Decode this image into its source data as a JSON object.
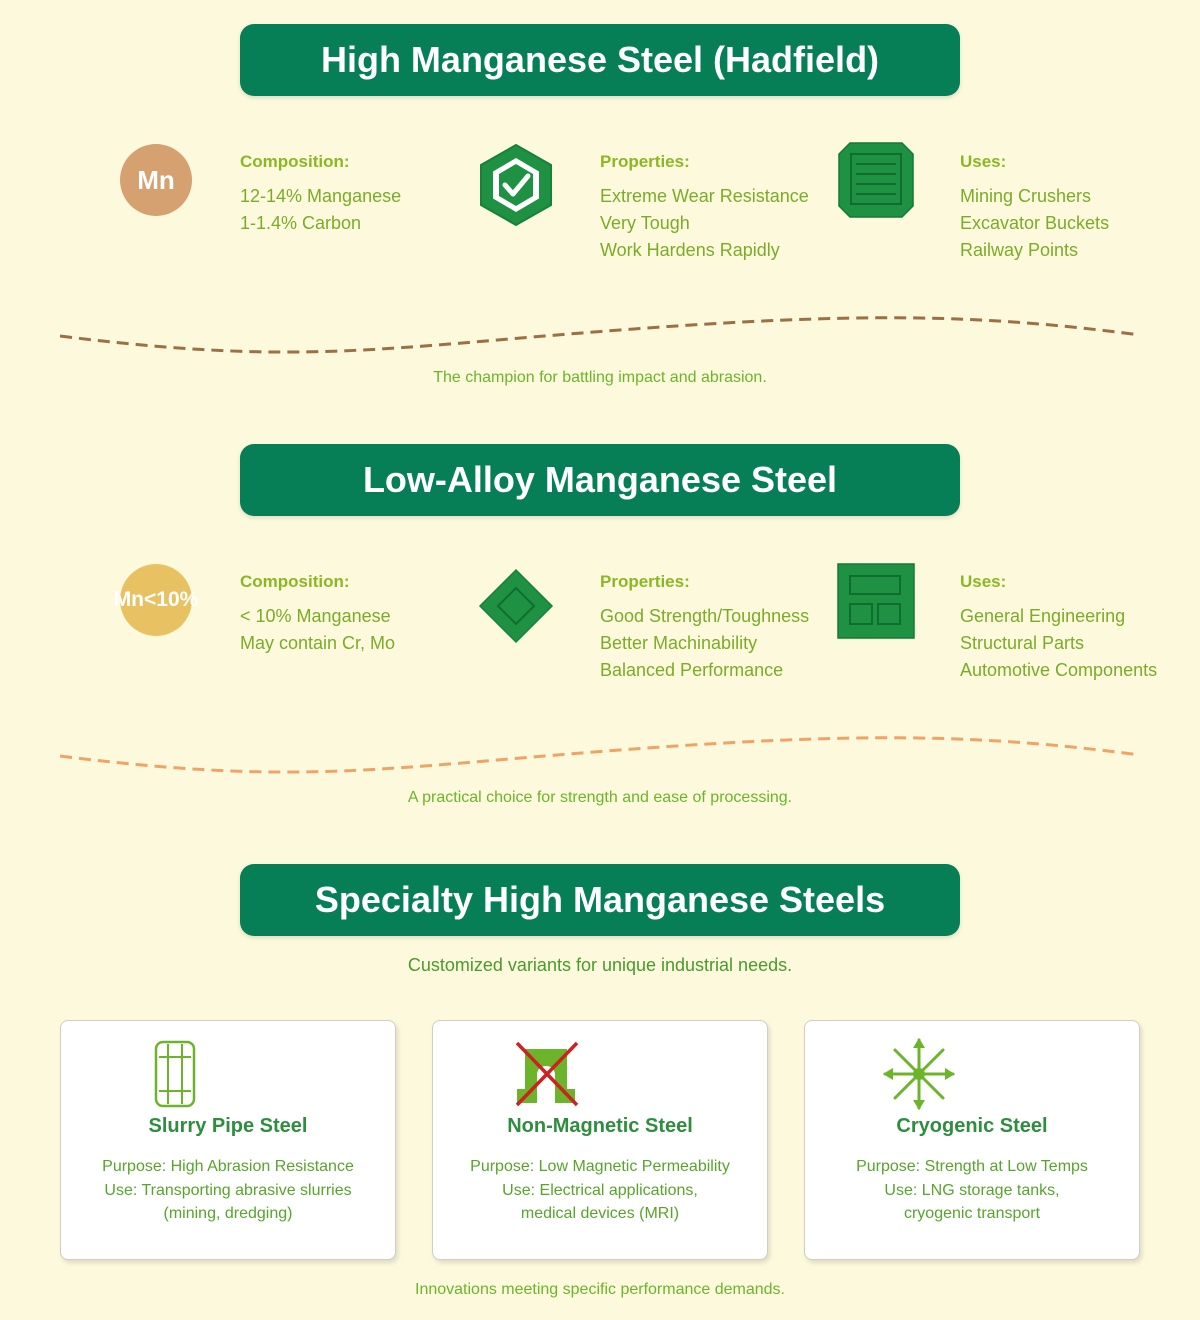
{
  "sections": [
    {
      "title": "High Manganese Steel (Hadfield)",
      "badge": "Mn",
      "composition": {
        "heading": "Composition:",
        "lines": [
          "12-14% Manganese",
          "1-1.4% Carbon"
        ]
      },
      "properties": {
        "heading": "Properties:",
        "lines": [
          "Extreme Wear Resistance",
          "Very Tough",
          "Work Hardens Rapidly"
        ]
      },
      "uses": {
        "heading": "Uses:",
        "lines": [
          "Mining Crushers",
          "Excavator Buckets",
          "Railway Points"
        ]
      },
      "caption": "The champion for battling impact and abrasion.",
      "icons": {
        "badge": "mn-element-icon",
        "properties": "hexagon-check-icon",
        "uses": "lined-document-icon"
      }
    },
    {
      "title": "Low-Alloy Manganese Steel",
      "badge": "Mn<10%",
      "composition": {
        "heading": "Composition:",
        "lines": [
          "< 10% Manganese",
          "May contain Cr, Mo"
        ]
      },
      "properties": {
        "heading": "Properties:",
        "lines": [
          "Good Strength/Toughness",
          "Better Machinability",
          "Balanced Performance"
        ]
      },
      "uses": {
        "heading": "Uses:",
        "lines": [
          "General Engineering",
          "Structural Parts",
          "Automotive Components"
        ]
      },
      "caption": "A practical choice for strength and ease of processing.",
      "icons": {
        "badge": "mn-percentage-icon",
        "properties": "diamond-icon",
        "uses": "grid-panel-icon"
      }
    }
  ],
  "specialty": {
    "title": "Specialty High Manganese Steels",
    "subtitle": "Customized variants for unique industrial needs.",
    "cards": [
      {
        "title": "Slurry Pipe Steel",
        "lines": [
          "Purpose: High Abrasion Resistance",
          "Use: Transporting abrasive slurries",
          "(mining, dredging)"
        ],
        "icon": "pipe-icon"
      },
      {
        "title": "Non-Magnetic Steel",
        "lines": [
          "Purpose: Low Magnetic Permeability",
          "Use: Electrical applications,",
          "medical devices (MRI)"
        ],
        "icon": "no-magnet-icon"
      },
      {
        "title": "Cryogenic Steel",
        "lines": [
          "Purpose: Strength at Low Temps",
          "Use: LNG storage tanks,",
          "cryogenic transport"
        ],
        "icon": "snowflake-icon"
      }
    ],
    "footer": "Innovations meeting specific performance demands."
  },
  "colors": {
    "background": "#fdf9dd",
    "banner": "#067f56",
    "heading": "#8ab825",
    "text": "#7aac28",
    "badge_mn": "#d5a170",
    "badge_low_alloy": "#e8c262",
    "wave_1": "#9a7044",
    "wave_2": "#efa466",
    "icon_green": "#1e9143",
    "card_icon": "#6cb52a",
    "cross_red": "#cc2222"
  }
}
